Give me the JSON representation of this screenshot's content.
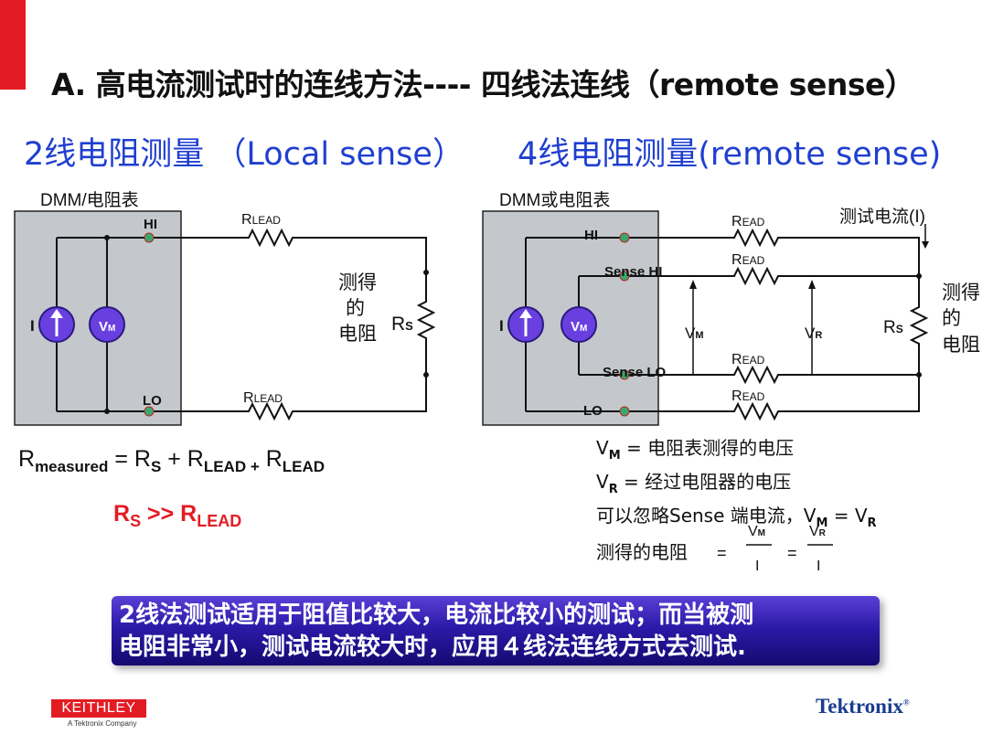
{
  "title": "A. 高电流测试时的连线方法---- 四线法连线（remote sense）",
  "left": {
    "heading": "2线电阻测量 （Local sense）",
    "meter_label": "DMM/电阻表",
    "hi": "HI",
    "lo": "LO",
    "rlead_top": "LEAD",
    "rlead_bottom": "LEAD",
    "r": "R",
    "measured_label": [
      "测得",
      "的",
      "电阻"
    ],
    "rs_sub": "S",
    "i_label": "I",
    "v": "V",
    "m": "M"
  },
  "right": {
    "heading": "4线电阻测量(remote sense)",
    "meter_label": "DMM或电阻表",
    "hi": "HI",
    "sense_hi": "Sense HI",
    "sense_lo": "Sense LO",
    "lo": "LO",
    "lead": "EAD",
    "r": "R",
    "current_label": "测试电流(I)",
    "measured_label": [
      "测得",
      "的",
      "电阻"
    ],
    "rs_sub": "S",
    "i_label": "I",
    "vm_v": "V",
    "vm_sub": "M",
    "vr_v": "V",
    "vr_sub": "R"
  },
  "formula": {
    "r": "R",
    "measured": "measured",
    "eq": " = R",
    "s": "S",
    "plus1": " + R",
    "lead1": "LEAD +",
    "r2": " R",
    "lead2": "LEAD"
  },
  "condition": {
    "r1": "R",
    "s": "S",
    "mid": " >> R",
    "lead": "LEAD"
  },
  "notes": {
    "vm_def_v": "V",
    "vm_def_sub": "M",
    "vm_def_text": " = 电阻表测得的电压",
    "vr_def_v": "V",
    "vr_def_sub": "R",
    "vr_def_text": " = 经过电阻器的电压",
    "ignore_text": "可以忽略Sense 端电流，V",
    "ignore_sub1": "M",
    "ignore_eq": " = V",
    "ignore_sub2": "R",
    "result_label": "测得的电阻",
    "eq": "=",
    "eq2": "=",
    "frac1_num_v": "V",
    "frac1_num_sub": "M",
    "frac1_den": "I",
    "frac2_num_v": "V",
    "frac2_num_sub": "R",
    "frac2_den": "I"
  },
  "callout": {
    "line1": "2线法测试适用于阻值比较大，电流比较小的测试；而当被测",
    "line2": "电阻非常小，测试电流较大时，应用４线法连线方式去测试."
  },
  "footer": {
    "keithley": "KEITHLEY",
    "keithley_sub": "A Tektronix Company",
    "tektronix": "Tektronix",
    "reg": "®"
  },
  "colors": {
    "accent_red": "#e31c23",
    "heading_blue": "#1f3fd0",
    "meter_gray": "#c4c7cb",
    "source_purple": "#6a3fe0",
    "terminal_green": "#3aa86e"
  }
}
